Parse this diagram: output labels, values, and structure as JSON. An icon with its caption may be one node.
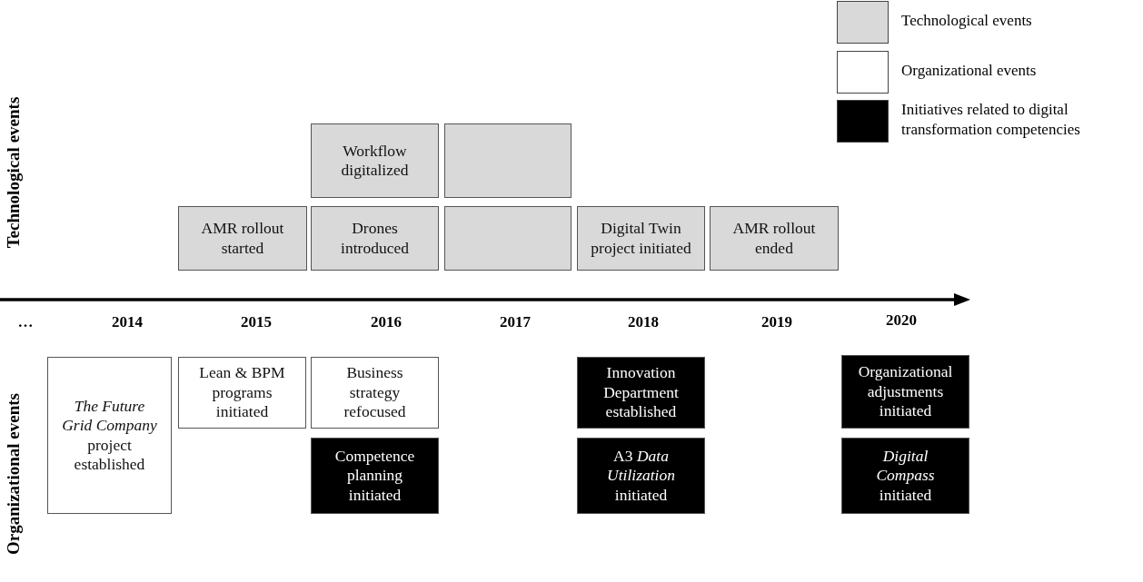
{
  "diagram": {
    "nodes": [
      {
        "text": [
          "Workflow digitalized"
        ]
      },
      {
        "text": [],
        "shape": "box"
      },
      {
        "text": [
          "AMR rollout started"
        ]
      },
      {
        "text": [
          "Drones introduced"
        ]
      },
      {
        "text": [],
        "shape": "box"
      },
      {
        "text": [
          "Digital Twin project initiated"
        ]
      },
      {
        "text": [
          "AMR rollout ended"
        ]
      },
      {
        "text": [
          "*The Future Grid Company* project established"
        ]
      },
      {
        "text": [
          "Lean & BPM programs initiated"
        ]
      },
      {
        "text": [
          "Business strategy refocused"
        ]
      },
      {
        "text": [
          "Innovation Department established"
        ]
      },
      {
        "text": [
          "Organizational adjustments initiated"
        ]
      },
      {
        "text": [
          "Competence planning initiated"
        ]
      },
      {
        "text": [
          "A3 *Data Utilization* initiated"
        ]
      },
      {
        "text": [
          "*Digital Compass* initiated"
        ]
      }
    ],
    "labels": [
      "Technological events",
      "…",
      "2014",
      "2015",
      "2016",
      "2017",
      "2018",
      "2019",
      "2020",
      "Organizational events"
    ],
    "legend": [
      {
        "text": "Technological events",
        "color": "#d9d9d9"
      },
      {
        "text": "Organizational events",
        "color": "#ffffff"
      },
      {
        "text": "Initiatives related to digital transformation competencies",
        "color": "#000000"
      }
    ]
  }
}
